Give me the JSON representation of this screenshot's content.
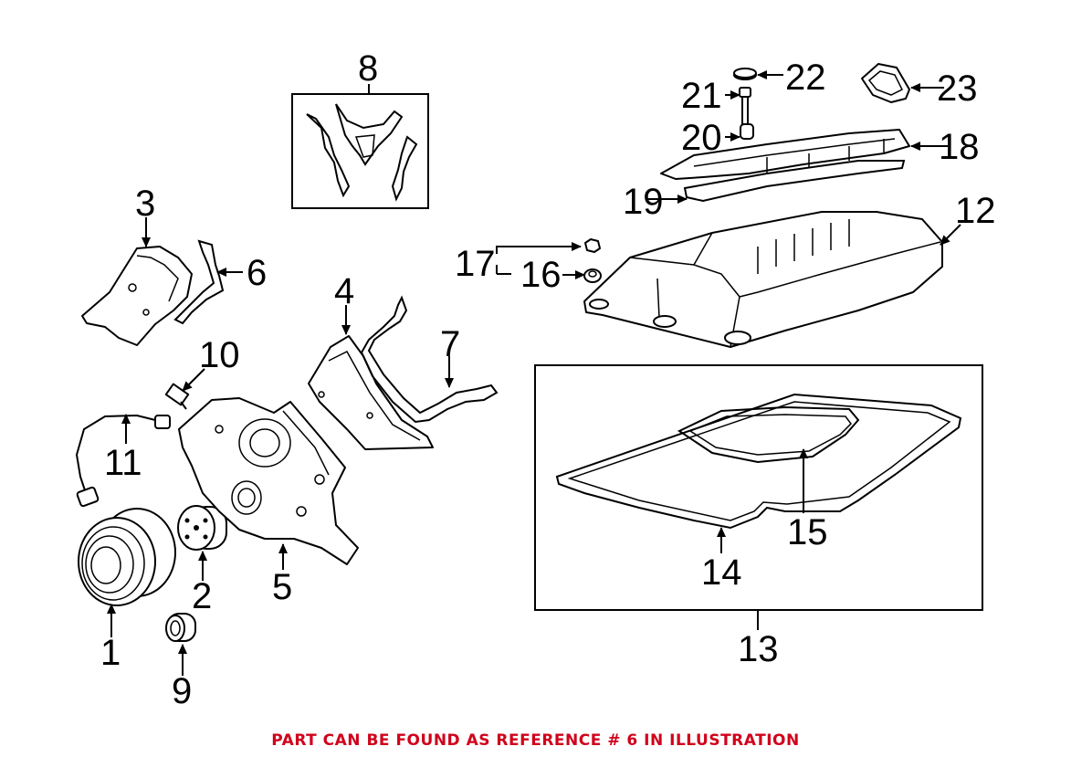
{
  "callouts": [
    "1",
    "2",
    "4",
    "5",
    "6",
    "7",
    "8",
    "9",
    "10",
    "11",
    "12",
    "13",
    "14",
    "15",
    "16",
    "17",
    "18",
    "19",
    "20",
    "21",
    "22",
    "23",
    "3"
  ],
  "footer": {
    "note": "PART CAN BE FOUND AS REFERENCE # 6 IN ILLUSTRATION",
    "color": "#d0021b"
  }
}
